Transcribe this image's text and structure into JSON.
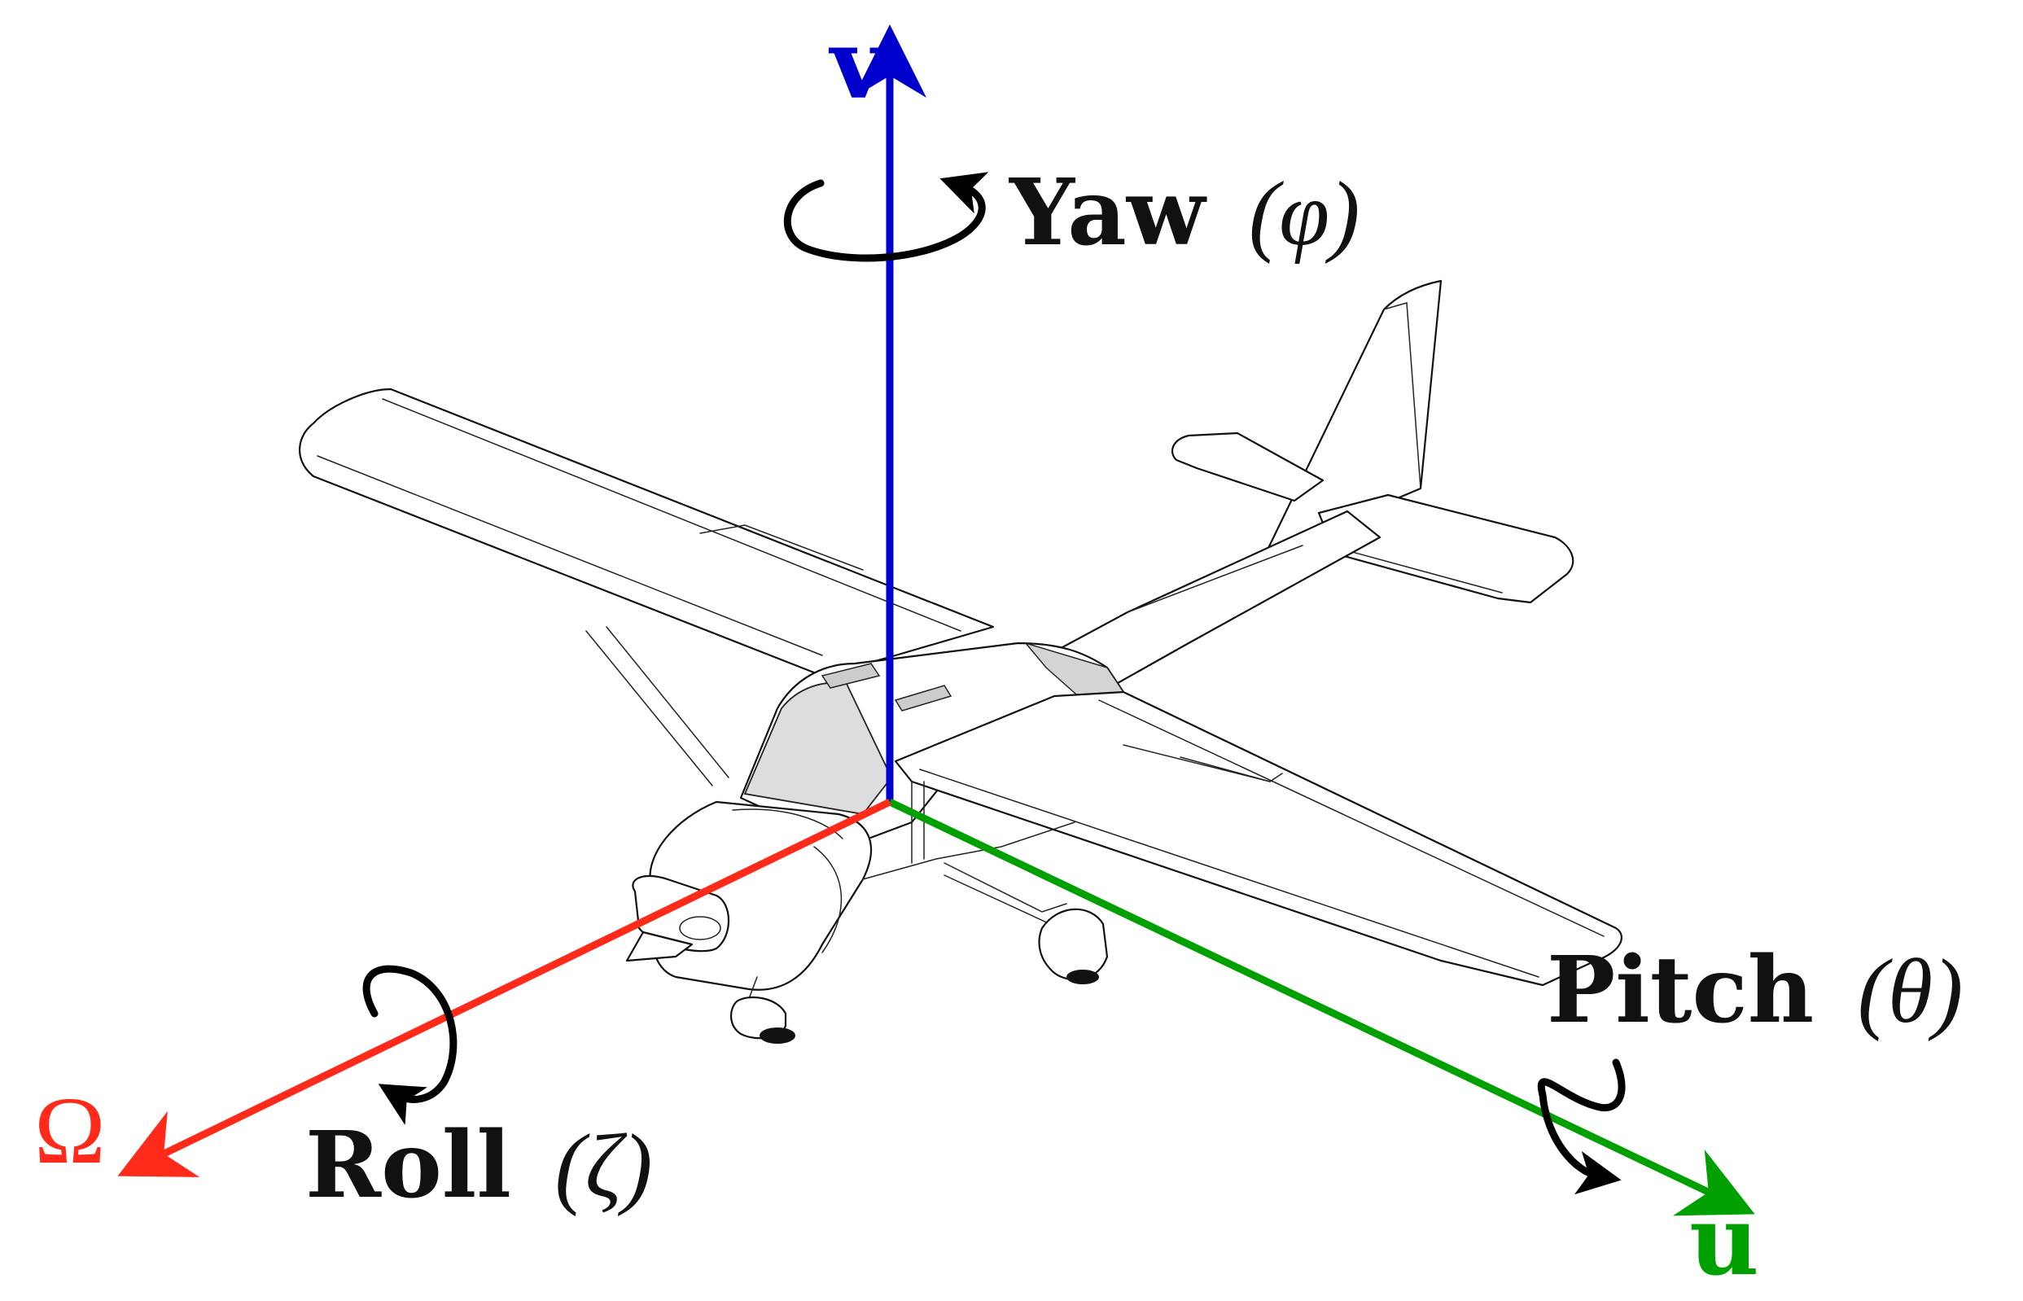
{
  "axes": {
    "vertical": {
      "label": "v",
      "color": "#0000cc"
    },
    "lateral": {
      "label": "u",
      "color": "#00a000"
    },
    "longitudinal": {
      "label": "Ω",
      "color": "#ff2a1a"
    }
  },
  "rotations": {
    "yaw": {
      "name": "Yaw",
      "symbol": "(φ)"
    },
    "pitch": {
      "name": "Pitch",
      "symbol": "(θ)"
    },
    "roll": {
      "name": "Roll",
      "symbol": "(ζ)"
    }
  },
  "text_color": "#111111"
}
